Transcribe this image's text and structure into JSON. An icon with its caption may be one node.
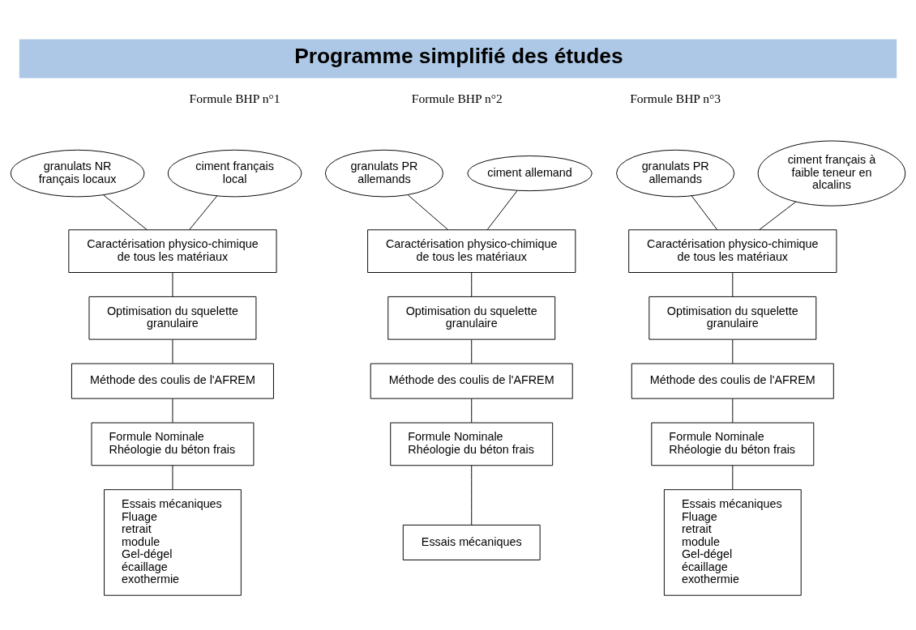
{
  "diagram": {
    "title": "Programme simplifié des études",
    "nodes": [
      {
        "text": [
          "granulats NR français locaux"
        ]
      },
      {
        "text": [
          "ciment français local"
        ]
      },
      {
        "text": [
          "Caractérisation physico-chimique de tous les matériaux"
        ]
      },
      {
        "text": [
          "Optimisation du squelette granulaire"
        ]
      },
      {
        "text": [
          "Méthode des coulis de l'AFREM"
        ]
      },
      {
        "text": [
          "Formule Nominale",
          "Rhéologie du béton frais"
        ]
      },
      {
        "text": [
          "Essais mécaniques",
          "Fluage",
          "retrait",
          "module",
          "Gel-dégel",
          "écaillage",
          "exothermie"
        ]
      },
      {
        "text": [
          "granulats PR allemands"
        ]
      },
      {
        "text": [
          "ciment allemand"
        ]
      },
      {
        "text": [
          "Caractérisation physico-chimique de tous les matériaux"
        ]
      },
      {
        "text": [
          "Optimisation du squelette granulaire"
        ]
      },
      {
        "text": [
          "Méthode des coulis de l'AFREM"
        ]
      },
      {
        "text": [
          "Formule Nominale",
          "Rhéologie du béton frais"
        ]
      },
      {
        "text": [
          "Essais mécaniques"
        ]
      },
      {
        "text": [
          "granulats PR allemands"
        ]
      },
      {
        "text": [
          "ciment français à faible teneur en alcalins"
        ]
      },
      {
        "text": [
          "Caractérisation physico-chimique de tous les matériaux"
        ]
      },
      {
        "text": [
          "Optimisation du squelette granulaire"
        ]
      },
      {
        "text": [
          "Méthode des coulis de l'AFREM"
        ]
      },
      {
        "text": [
          "Formule Nominale",
          "Rhéologie du béton frais"
        ]
      },
      {
        "text": [
          "Essais mécaniques",
          "Fluage",
          "retrait",
          "module",
          "Gel-dégel",
          "écaillage",
          "exothermie"
        ]
      }
    ],
    "edges": [
      {
        "from": 0,
        "to": 2,
        "arrow": "none"
      },
      {
        "from": 1,
        "to": 2,
        "arrow": "none"
      },
      {
        "from": 2,
        "to": 3,
        "arrow": "none"
      },
      {
        "from": 3,
        "to": 4,
        "arrow": "none"
      },
      {
        "from": 4,
        "to": 5,
        "arrow": "none"
      },
      {
        "from": 5,
        "to": 6,
        "arrow": "none"
      },
      {
        "from": 7,
        "to": 9,
        "arrow": "none"
      },
      {
        "from": 8,
        "to": 9,
        "arrow": "none"
      },
      {
        "from": 9,
        "to": 10,
        "arrow": "none"
      },
      {
        "from": 10,
        "to": 11,
        "arrow": "none"
      },
      {
        "from": 11,
        "to": 12,
        "arrow": "none"
      },
      {
        "from": 12,
        "to": 13,
        "arrow": "none"
      },
      {
        "from": 14,
        "to": 16,
        "arrow": "none"
      },
      {
        "from": 15,
        "to": 16,
        "arrow": "none"
      },
      {
        "from": 16,
        "to": 17,
        "arrow": "none"
      },
      {
        "from": 17,
        "to": 18,
        "arrow": "none"
      },
      {
        "from": 18,
        "to": 19,
        "arrow": "none"
      },
      {
        "from": 19,
        "to": 20,
        "arrow": "none"
      }
    ],
    "labels": [
      "Formule BHP n°1",
      "Formule BHP n°2",
      "Formule BHP n°3"
    ]
  }
}
